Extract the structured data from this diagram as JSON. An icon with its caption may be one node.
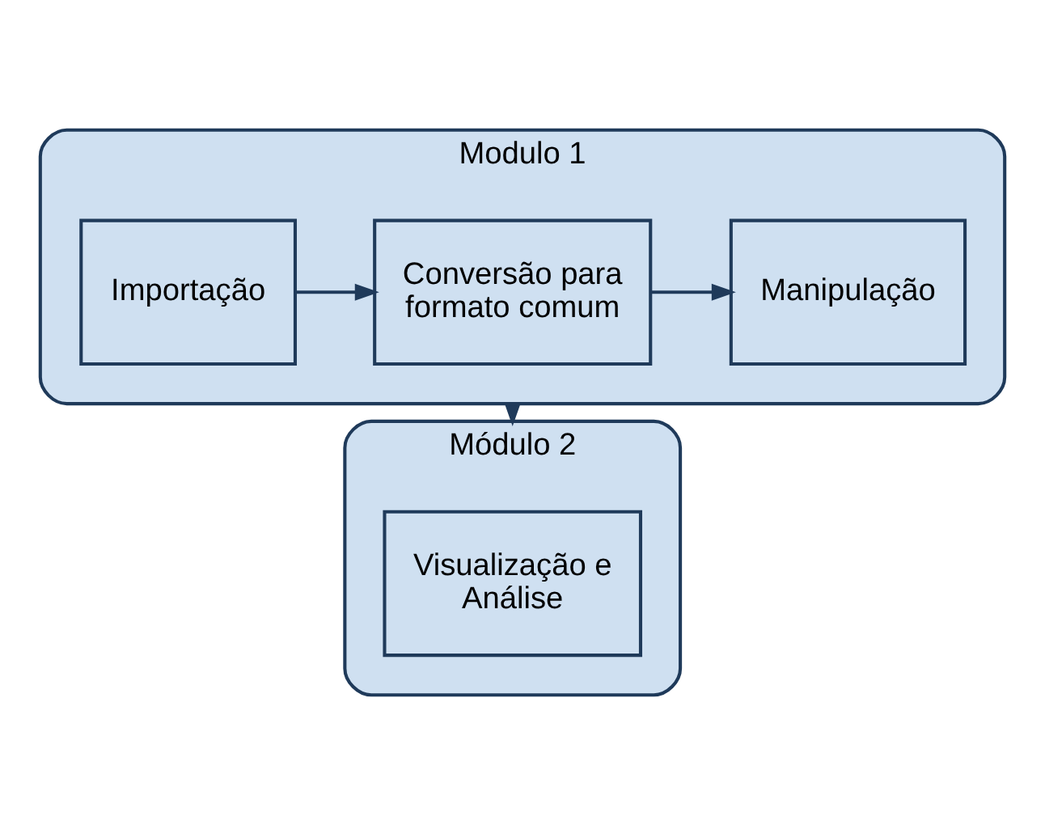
{
  "diagram": {
    "nodes": [
      {
        "text": [
          "Modulo 1"
        ]
      },
      {
        "text": [
          "Importação"
        ],
        "in": 0
      },
      {
        "text": [
          "Conversão para formato comum"
        ],
        "in": 0
      },
      {
        "text": [
          "Manipulação"
        ],
        "in": 0
      },
      {
        "text": [
          "Módulo 2"
        ]
      },
      {
        "text": [
          "Visualização e Análise"
        ],
        "in": 4
      }
    ],
    "edges": [
      {
        "from": 1,
        "to": 2,
        "arrow": "to"
      },
      {
        "from": 2,
        "to": 3,
        "arrow": "to"
      },
      {
        "from": 0,
        "to": 4,
        "arrow": "to"
      }
    ]
  }
}
